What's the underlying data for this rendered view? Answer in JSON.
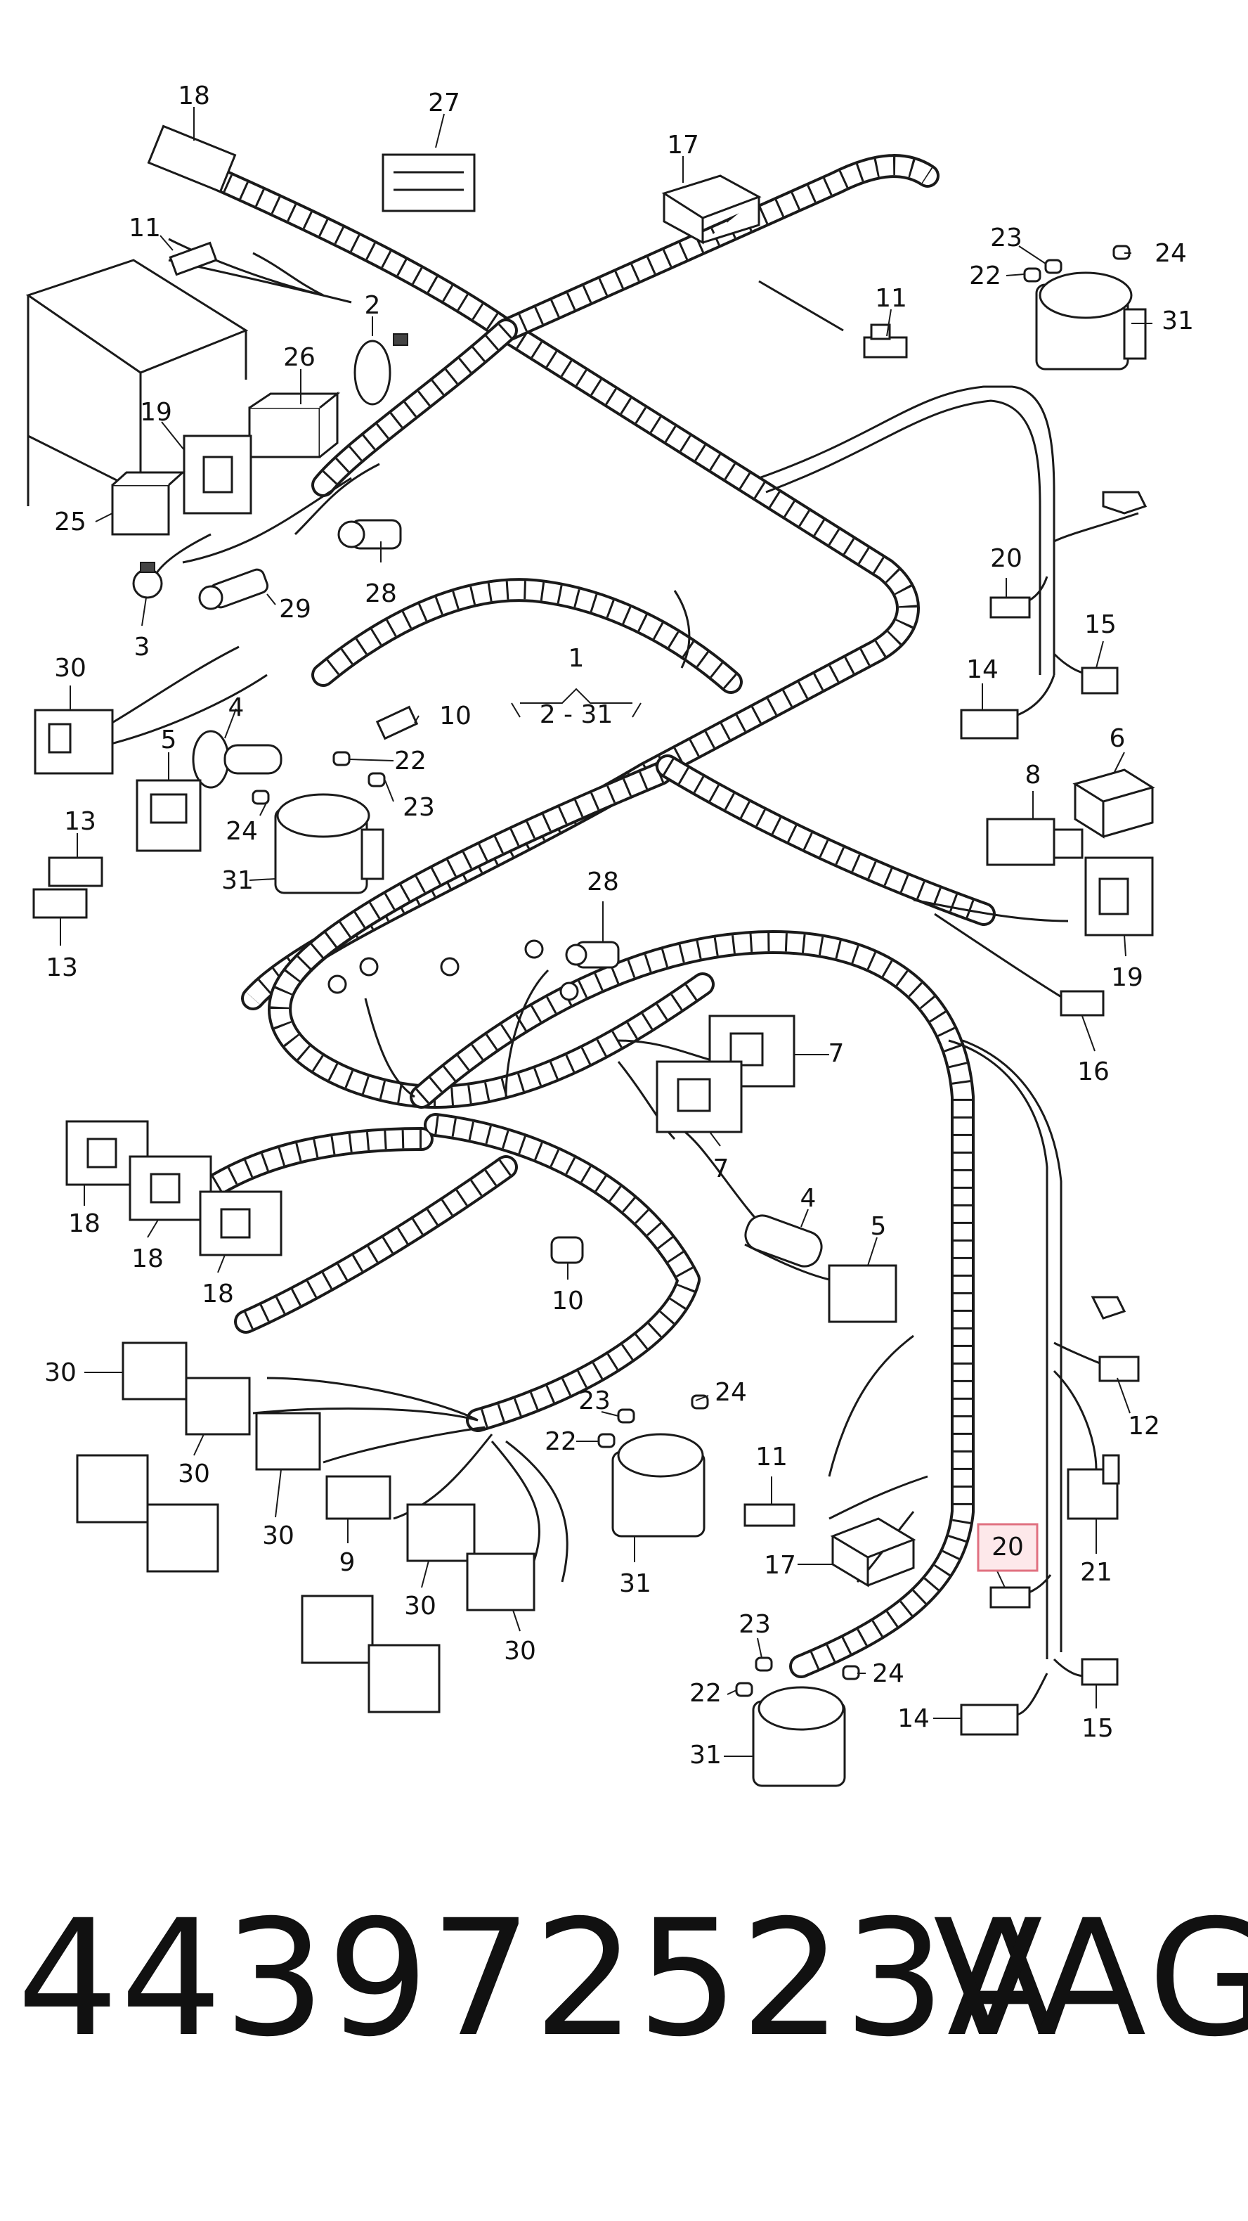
{
  "part_number": "443972523A",
  "brand": "VAG",
  "group_label": "1",
  "group_range": "2 - 31",
  "highlighted_callout": "20",
  "colors": {
    "line": "#1a1a1a",
    "highlight_fill": "#fde8ea",
    "highlight_stroke": "#e07080"
  },
  "callouts": [
    {
      "id": "c18a",
      "label": "18"
    },
    {
      "id": "c27",
      "label": "27"
    },
    {
      "id": "c17a",
      "label": "17"
    },
    {
      "id": "c11a",
      "label": "11"
    },
    {
      "id": "c2",
      "label": "2"
    },
    {
      "id": "c11b",
      "label": "11"
    },
    {
      "id": "c23a",
      "label": "23"
    },
    {
      "id": "c24a",
      "label": "24"
    },
    {
      "id": "c22a",
      "label": "22"
    },
    {
      "id": "c31a",
      "label": "31"
    },
    {
      "id": "c26",
      "label": "26"
    },
    {
      "id": "c19a",
      "label": "19"
    },
    {
      "id": "c25",
      "label": "25"
    },
    {
      "id": "c28a",
      "label": "28"
    },
    {
      "id": "c29",
      "label": "29"
    },
    {
      "id": "c3",
      "label": "3"
    },
    {
      "id": "c20a",
      "label": "20"
    },
    {
      "id": "c15a",
      "label": "15"
    },
    {
      "id": "c14a",
      "label": "14"
    },
    {
      "id": "c30a",
      "label": "30"
    },
    {
      "id": "c4a",
      "label": "4"
    },
    {
      "id": "c10a",
      "label": "10"
    },
    {
      "id": "c5a",
      "label": "5"
    },
    {
      "id": "c22b",
      "label": "22"
    },
    {
      "id": "c23b",
      "label": "23"
    },
    {
      "id": "c24b",
      "label": "24"
    },
    {
      "id": "c31b",
      "label": "31"
    },
    {
      "id": "c6",
      "label": "6"
    },
    {
      "id": "c8",
      "label": "8"
    },
    {
      "id": "c13a",
      "label": "13"
    },
    {
      "id": "c13b",
      "label": "13"
    },
    {
      "id": "c28b",
      "label": "28"
    },
    {
      "id": "c19b",
      "label": "19"
    },
    {
      "id": "c16",
      "label": "16"
    },
    {
      "id": "c7a",
      "label": "7"
    },
    {
      "id": "c7b",
      "label": "7"
    },
    {
      "id": "c18b",
      "label": "18"
    },
    {
      "id": "c18c",
      "label": "18"
    },
    {
      "id": "c18d",
      "label": "18"
    },
    {
      "id": "c4b",
      "label": "4"
    },
    {
      "id": "c5b",
      "label": "5"
    },
    {
      "id": "c10b",
      "label": "10"
    },
    {
      "id": "c30b",
      "label": "30"
    },
    {
      "id": "c30c",
      "label": "30"
    },
    {
      "id": "c30d",
      "label": "30"
    },
    {
      "id": "c9",
      "label": "9"
    },
    {
      "id": "c30e",
      "label": "30"
    },
    {
      "id": "c30f",
      "label": "30"
    },
    {
      "id": "c23c",
      "label": "23"
    },
    {
      "id": "c24c",
      "label": "24"
    },
    {
      "id": "c22c",
      "label": "22"
    },
    {
      "id": "c31c",
      "label": "31"
    },
    {
      "id": "c11c",
      "label": "11"
    },
    {
      "id": "c17b",
      "label": "17"
    },
    {
      "id": "c12",
      "label": "12"
    },
    {
      "id": "c21",
      "label": "21"
    },
    {
      "id": "c23d",
      "label": "23"
    },
    {
      "id": "c22d",
      "label": "22"
    },
    {
      "id": "c24d",
      "label": "24"
    },
    {
      "id": "c31d",
      "label": "31"
    },
    {
      "id": "c14b",
      "label": "14"
    },
    {
      "id": "c15b",
      "label": "15"
    }
  ]
}
